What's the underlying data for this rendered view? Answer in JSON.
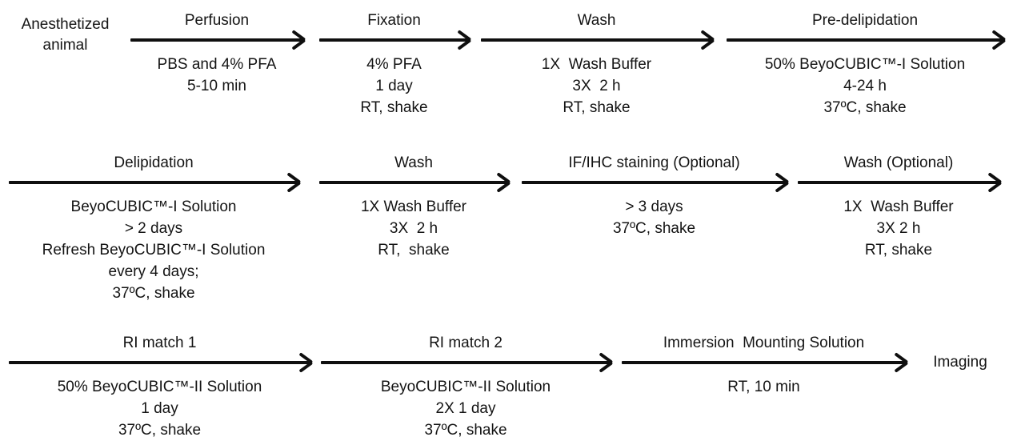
{
  "palette": {
    "text": "#141414",
    "arrow": "#0f0f0f",
    "background": "#ffffff"
  },
  "diagram": {
    "type": "protocol-flowchart",
    "start_node": {
      "label": "Anesthetized\nanimal"
    },
    "end_node": {
      "label": "Imaging"
    },
    "rows": [
      {
        "steps": [
          {
            "title": "Perfusion",
            "details": [
              "PBS and 4% PFA",
              "5-10 min"
            ]
          },
          {
            "title": "Fixation",
            "details": [
              "4% PFA",
              "1 day",
              "RT, shake"
            ]
          },
          {
            "title": "Wash",
            "details": [
              "1X  Wash Buffer",
              "3X  2 h",
              "RT, shake"
            ]
          },
          {
            "title": "Pre-delipidation",
            "details": [
              "50% BeyoCUBIC™-I Solution",
              "4-24 h",
              "37ºC, shake"
            ]
          }
        ]
      },
      {
        "steps": [
          {
            "title": "Delipidation",
            "details": [
              "BeyoCUBIC™-I Solution",
              "> 2 days",
              "Refresh BeyoCUBIC™-I Solution",
              "every 4 days;",
              "37ºC, shake"
            ]
          },
          {
            "title": "Wash",
            "details": [
              "1X Wash Buffer",
              "3X  2 h",
              "RT,  shake"
            ]
          },
          {
            "title": "IF/IHC staining (Optional)",
            "details": [
              "> 3 days",
              "37ºC, shake"
            ]
          },
          {
            "title": "Wash (Optional)",
            "details": [
              "1X  Wash Buffer",
              "3X 2 h",
              "RT, shake"
            ]
          }
        ]
      },
      {
        "steps": [
          {
            "title": "RI match 1",
            "details": [
              "50% BeyoCUBIC™-II Solution",
              "1 day",
              "37ºC, shake"
            ]
          },
          {
            "title": "RI match 2",
            "details": [
              "BeyoCUBIC™-II Solution",
              "2X 1 day",
              "37ºC, shake"
            ]
          },
          {
            "title": "Immersion  Mounting Solution",
            "details": [
              "RT, 10 min"
            ]
          }
        ]
      }
    ]
  }
}
